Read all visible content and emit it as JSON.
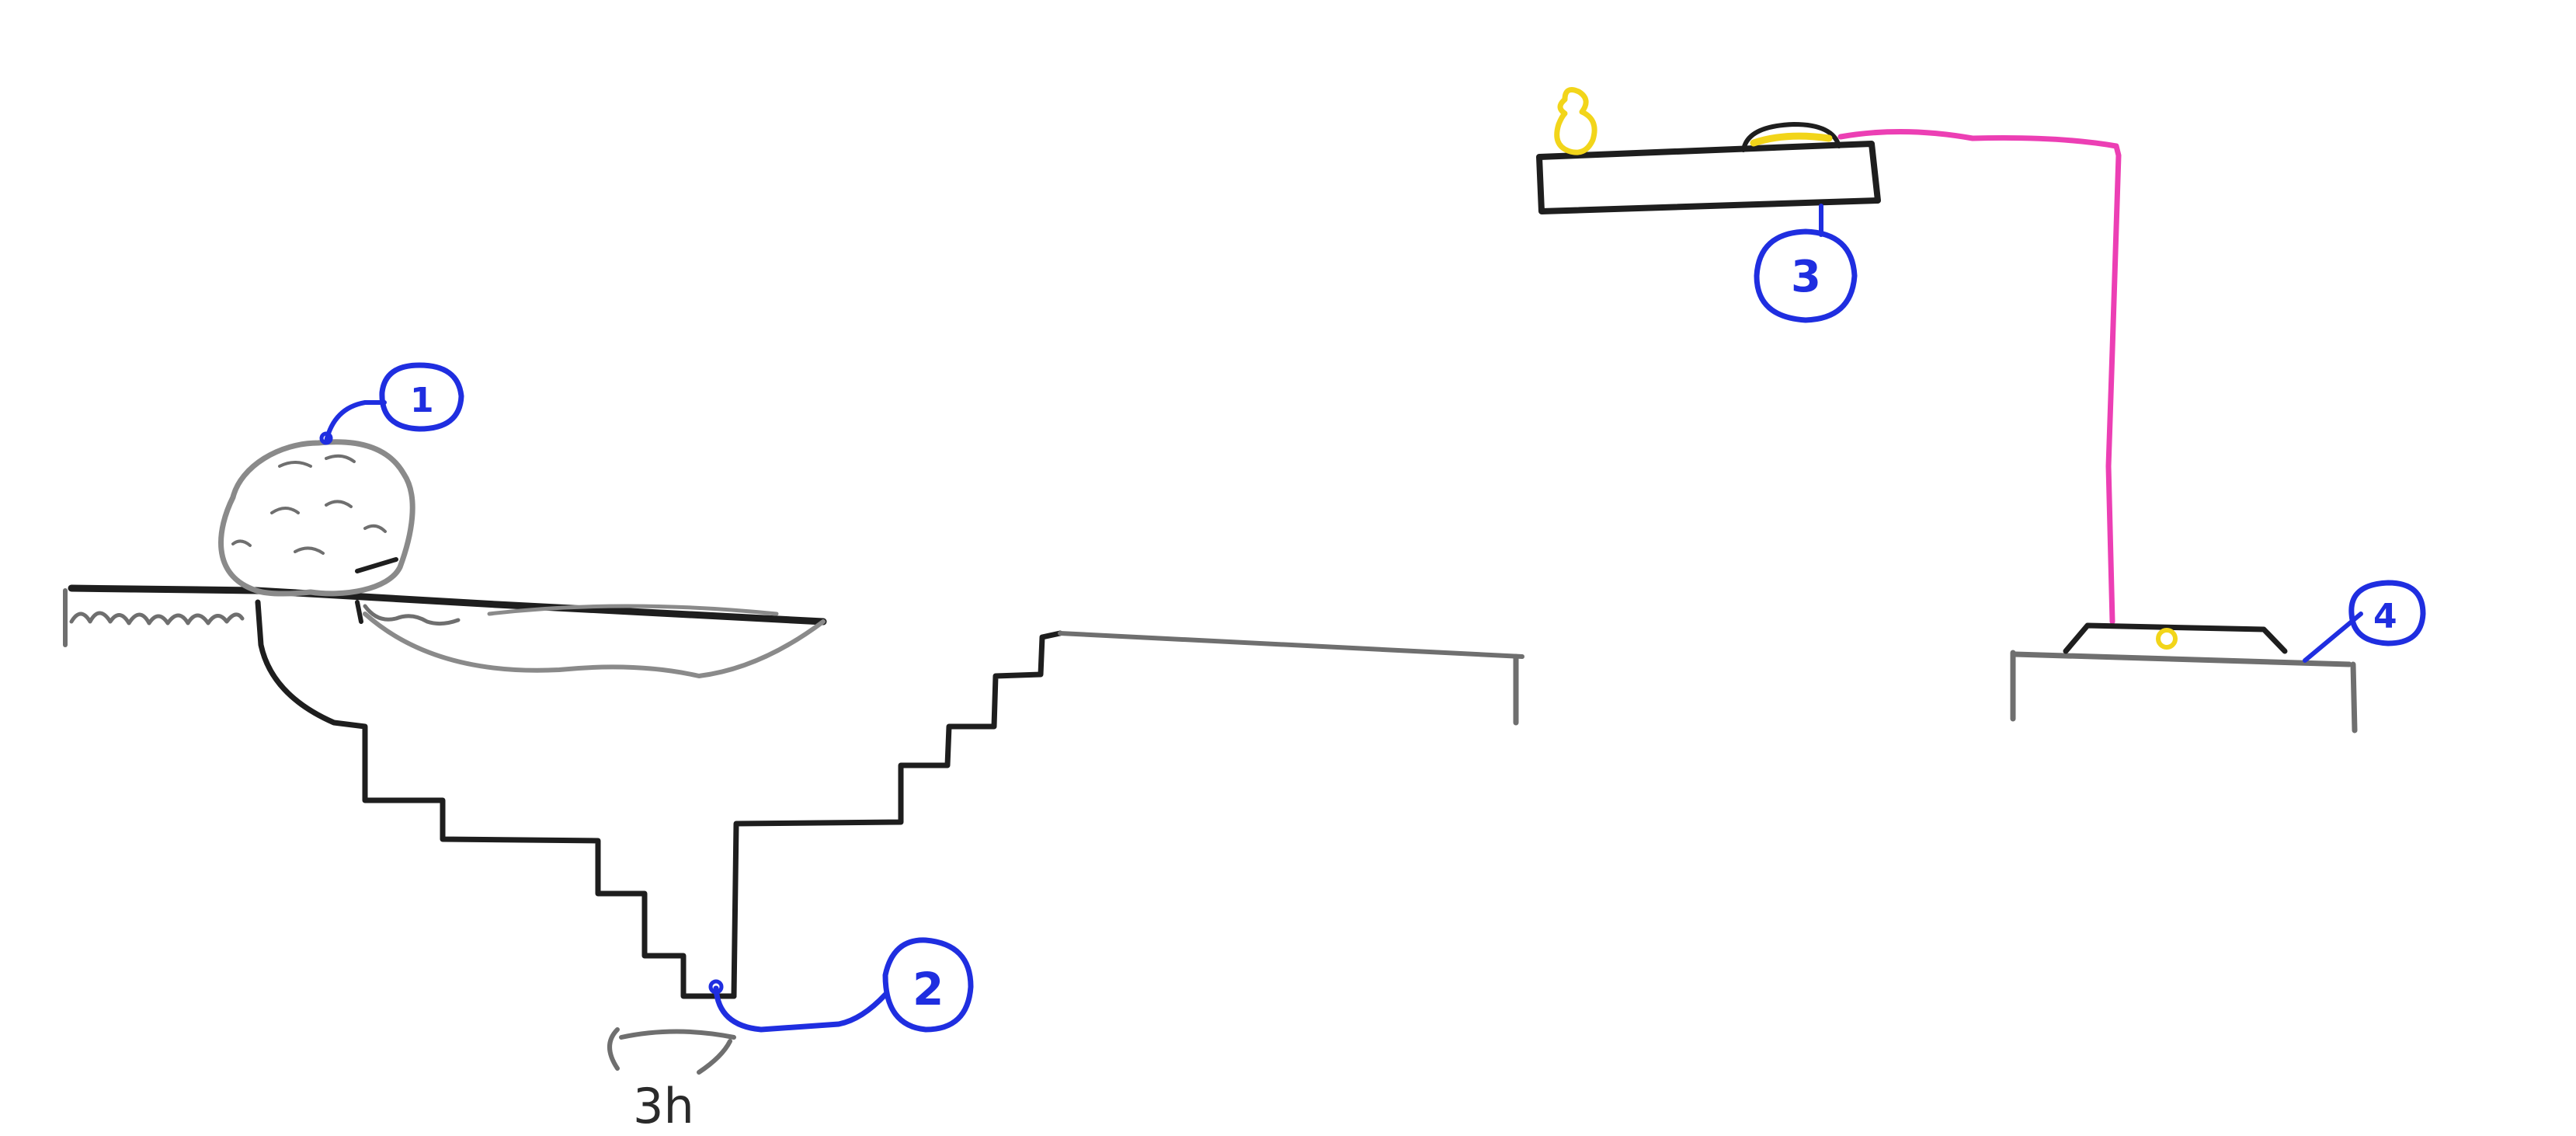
{
  "callouts": [
    {
      "id": "1",
      "label": "1",
      "target": "boulder"
    },
    {
      "id": "2",
      "label": "2",
      "target": "pit-bottom"
    },
    {
      "id": "3",
      "label": "3",
      "target": "floating-platform"
    },
    {
      "id": "4",
      "label": "4",
      "target": "right-platform"
    }
  ],
  "pit_note": "3h",
  "colors": {
    "ink": "#1e1e1e",
    "ground": "#6f6f6f",
    "callout": "#1f2ee0",
    "wire": "#ec3fb4",
    "item": "#f2d51a"
  }
}
